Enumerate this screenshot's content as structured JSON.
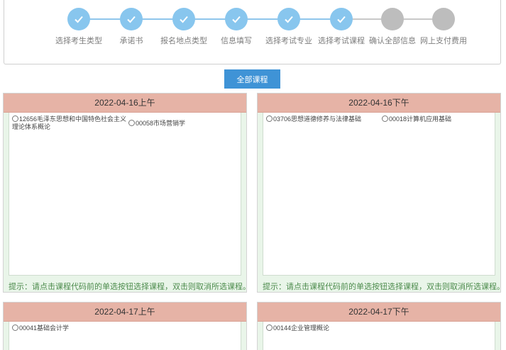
{
  "steps": [
    {
      "label": "选择考生类型",
      "done": true
    },
    {
      "label": "承诺书",
      "done": true
    },
    {
      "label": "报名地点类型",
      "done": true
    },
    {
      "label": "信息填写",
      "done": true
    },
    {
      "label": "选择考试专业",
      "done": true
    },
    {
      "label": "选择考试课程",
      "done": true
    },
    {
      "label": "确认全部信息",
      "done": false
    },
    {
      "label": "网上支付费用",
      "done": false
    }
  ],
  "all_courses_label": "全部课程",
  "hint": "提示：请点击课程代码前的单选按钮选择课程，双击则取消所选课程。",
  "sessions": [
    {
      "title": "2022-04-16上午",
      "courses": [
        "12656毛泽东思想和中国特色社会主义理论体系概论",
        "00058市场营销学"
      ]
    },
    {
      "title": "2022-04-16下午",
      "courses": [
        "03706思想道德修养与法律基础",
        "00018计算机应用基础"
      ]
    },
    {
      "title": "2022-04-17上午",
      "courses": [
        "00041基础会计学"
      ]
    },
    {
      "title": "2022-04-17下午",
      "courses": [
        "00144企业管理概论"
      ]
    }
  ],
  "colors": {
    "step_done": "#88c6ee",
    "step_todo": "#bdbdbd",
    "button": "#3f93d6",
    "panel_header": "#e6b3a6",
    "panel_bg": "#e9f5e9",
    "hint_text": "#4d8c4d"
  }
}
